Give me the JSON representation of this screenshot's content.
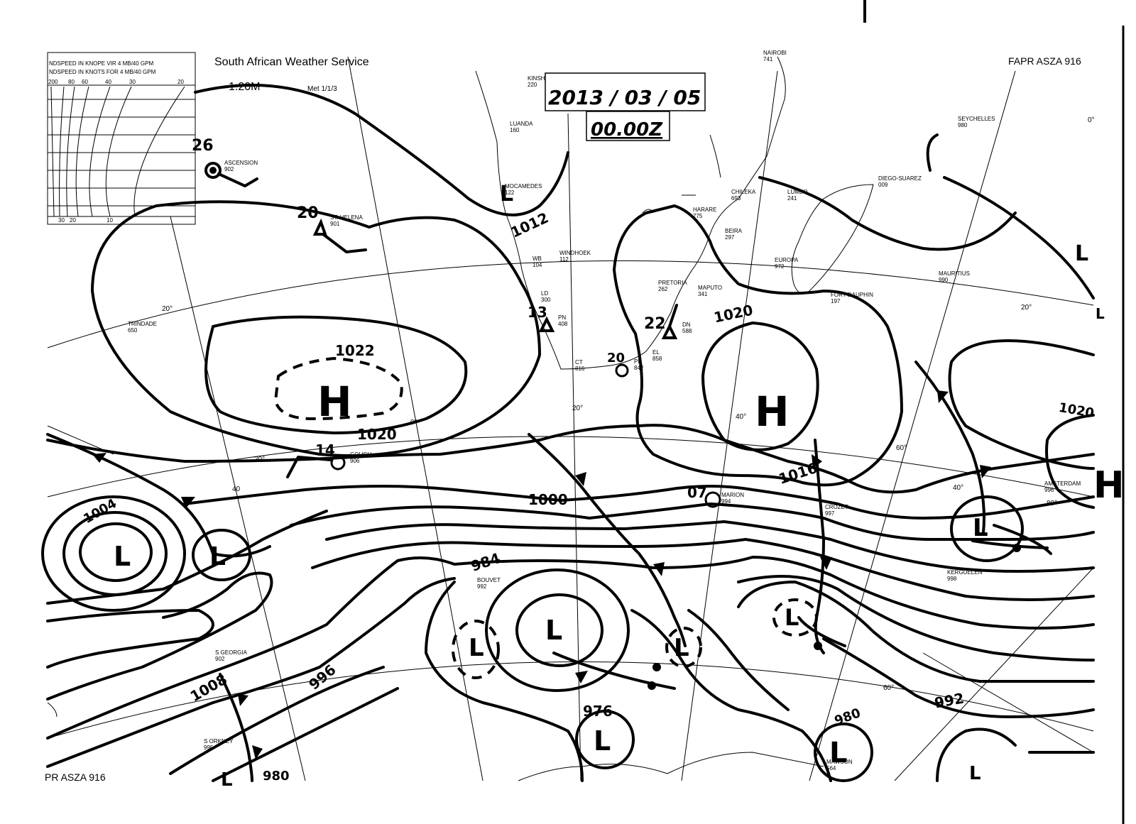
{
  "header": {
    "service": "South African Weather Service",
    "scale": "1:20M",
    "chart_id": "Met 1/1/3",
    "code_top": "FAPR ASZA 916",
    "code_bottom": "PR ASZA 916",
    "date": "2013 / 03 / 05",
    "time": "00.00Z"
  },
  "wind_scale": {
    "line1": "NDSPEED IN KNOPE VIR 4 MB/40 GPM",
    "line2": "NDSPEED IN KNOTS FOR 4 MB/40 GPM",
    "ticks_top": [
      "200",
      "80",
      "60",
      "40",
      "30",
      "20"
    ],
    "ticks_bottom": [
      "30",
      "20",
      "10"
    ]
  },
  "stations": [
    {
      "name": "NAIROBI",
      "id": "741"
    },
    {
      "name": "KINSH",
      "id": "220"
    },
    {
      "name": "LUANDA",
      "id": "160"
    },
    {
      "name": "SEYCHELLES",
      "id": "980"
    },
    {
      "name": "ASCENSION",
      "id": "902"
    },
    {
      "name": "DIEGO-SUAREZ",
      "id": "009"
    },
    {
      "name": "MOCAMEDES",
      "id": "122"
    },
    {
      "name": "CHILEKA",
      "id": "693"
    },
    {
      "name": "LUMBO",
      "id": "241"
    },
    {
      "name": "HARARE",
      "id": "775"
    },
    {
      "name": "ST. HELENA",
      "id": "901"
    },
    {
      "name": "BEIRA",
      "id": "297"
    },
    {
      "name": "WINDHOEK",
      "id": "112"
    },
    {
      "name": "WB",
      "id": "104"
    },
    {
      "name": "EUROPA",
      "id": "972"
    },
    {
      "name": "MAURITIUS",
      "id": "990"
    },
    {
      "name": "PRETORIA",
      "id": "262"
    },
    {
      "name": "MAPUTO",
      "id": "341"
    },
    {
      "name": "LD",
      "id": "300"
    },
    {
      "name": "FORT-DAUPHIN",
      "id": "197"
    },
    {
      "name": "PN",
      "id": "408"
    },
    {
      "name": "DN",
      "id": "588"
    },
    {
      "name": "TRINDADE",
      "id": "650"
    },
    {
      "name": "EL",
      "id": "858"
    },
    {
      "name": "CT",
      "id": "816"
    },
    {
      "name": "PE",
      "id": "842"
    },
    {
      "name": "GOUGH",
      "id": "906"
    },
    {
      "name": "AMSTERDAM",
      "id": "996"
    },
    {
      "name": "MARION",
      "id": "994"
    },
    {
      "name": "CROZET",
      "id": "997"
    },
    {
      "name": "KERGUELEN",
      "id": "998"
    },
    {
      "name": "BOUVET",
      "id": "992"
    },
    {
      "name": "S GEORGIA",
      "id": "902"
    },
    {
      "name": "S ORKNEY",
      "id": "995"
    },
    {
      "name": "MAWSON",
      "id": "564"
    }
  ],
  "grid_labels": [
    "20°",
    "0°",
    "20°",
    "40°",
    "60°",
    "20°",
    "40",
    "20°",
    "40°",
    "60°",
    "80°",
    "0°"
  ],
  "isobars": [
    "1012",
    "1022",
    "1020",
    "1020",
    "1016",
    "1020",
    "1004",
    "1000",
    "984",
    "996",
    "1008",
    "976",
    "980",
    "992",
    "980"
  ],
  "systems": [
    {
      "type": "H",
      "label": "H",
      "pressure": "1022"
    },
    {
      "type": "H",
      "label": "H",
      "pressure": "1020"
    },
    {
      "type": "H",
      "label": "H",
      "pressure": "1020"
    },
    {
      "type": "L",
      "label": "L",
      "pressure": "1004"
    },
    {
      "type": "L",
      "label": "L"
    },
    {
      "type": "L",
      "label": "L"
    },
    {
      "type": "L",
      "label": "L"
    },
    {
      "type": "L",
      "label": "L"
    },
    {
      "type": "L",
      "label": "L"
    },
    {
      "type": "L",
      "label": "L",
      "pressure": "976"
    },
    {
      "type": "L",
      "label": "L"
    },
    {
      "type": "L",
      "label": "L",
      "pressure": "980"
    },
    {
      "type": "L",
      "label": "L"
    },
    {
      "type": "L",
      "label": "L"
    },
    {
      "type": "L",
      "label": "L"
    },
    {
      "type": "L",
      "label": "L"
    },
    {
      "type": "L",
      "label": "L"
    }
  ],
  "station_winds": [
    "26",
    "20",
    "13",
    "22",
    "20",
    "14",
    "07"
  ]
}
